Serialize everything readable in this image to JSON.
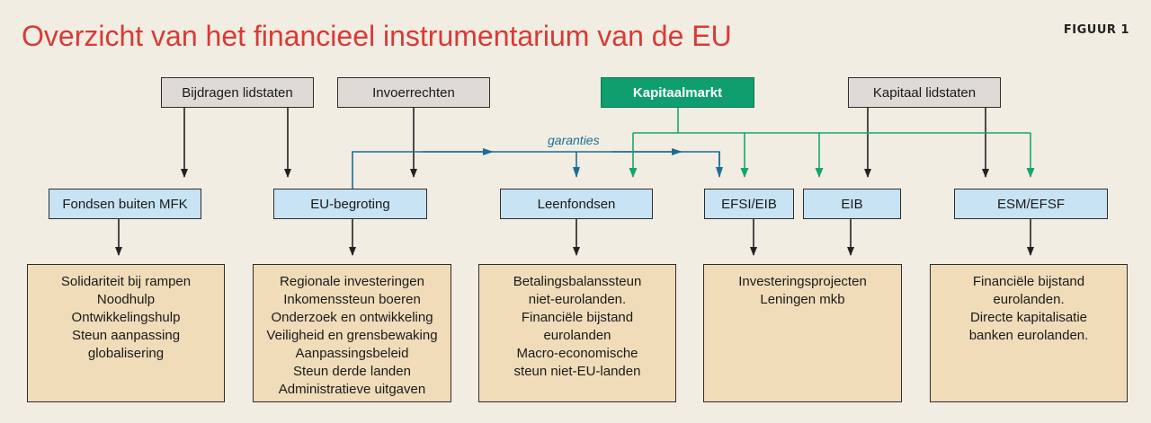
{
  "title": "Overzicht van het financieel instrumentarium van de EU",
  "figure_label": "FIGUUR 1",
  "colors": {
    "title": "#d93a35",
    "source_box": "#dedad6",
    "capital_market_box": "#0f9e6e",
    "middle_box": "#c7e3f4",
    "bottom_box": "#f0dcb9",
    "black_arrow": "#222222",
    "blue_arrow": "#1c6d96",
    "green_arrow": "#16a56f",
    "background": "#f2ede2"
  },
  "sources": {
    "bijdragen": "Bijdragen lidstaten",
    "invoerrechten": "Invoerrechten",
    "kapitaalmarkt": "Kapitaalmarkt",
    "kapitaal_lidstaten": "Kapitaal lidstaten"
  },
  "garanties_label": "garanties",
  "instruments": {
    "fondsen": "Fondsen buiten MFK",
    "eu_begroting": "EU-begroting",
    "leenfondsen": "Leenfondsen",
    "efsi": "EFSI/EIB",
    "eib": "EIB",
    "esm": "ESM/EFSF"
  },
  "uses": {
    "fondsen": [
      "Solidariteit bij rampen",
      "Noodhulp",
      "Ontwikkelingshulp",
      "Steun aanpassing",
      "globalisering"
    ],
    "eu_begroting": [
      "Regionale investeringen",
      "Inkomenssteun boeren",
      "Onderzoek en ontwikkeling",
      "Veiligheid en grensbewaking",
      "Aanpassingsbeleid",
      "Steun derde landen",
      "Administratieve uitgaven"
    ],
    "leenfondsen": [
      "Betalingsbalanssteun",
      "niet-eurolanden.",
      "Financiële bijstand",
      "eurolanden",
      "Macro-economische",
      "steun niet-EU-landen"
    ],
    "efsi_eib": [
      "Investeringsprojecten",
      "Leningen mkb"
    ],
    "esm": [
      "Financiële bijstand",
      "eurolanden.",
      "Directe kapitalisatie",
      "banken eurolanden."
    ]
  }
}
